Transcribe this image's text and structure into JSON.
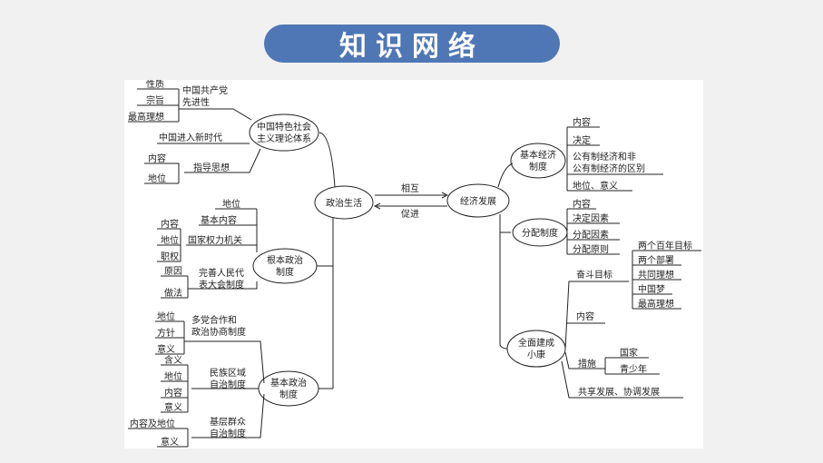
{
  "banner": {
    "title": "知识网络"
  },
  "nodes": {
    "center_left": "政治生活",
    "center_right": "经济发展",
    "arrow_top": "相互",
    "arrow_bottom": "促进",
    "socialism_l1": "中国特色社会",
    "socialism_l2": "主义理论体系",
    "cpc_l1": "中国共产党",
    "cpc_l2": "先进性",
    "cpc_items": [
      "性质",
      "宗旨",
      "最高理想"
    ],
    "new_era": "中国进入新时代",
    "guide_thought": "指导思想",
    "guide_items": [
      "内容",
      "地位"
    ],
    "root_sys_l1": "根本政治",
    "root_sys_l2": "制度",
    "root_items": [
      "地位",
      "基本内容",
      "国家权力机关"
    ],
    "power_items": [
      "内容",
      "地位",
      "职权"
    ],
    "improve_l1": "完善人民代",
    "improve_l2": "表大会制度",
    "improve_items": [
      "原因",
      "做法"
    ],
    "basic_sys_l1": "基本政治",
    "basic_sys_l2": "制度",
    "party_l1": "多党合作和",
    "party_l2": "政治协商制度",
    "party_items": [
      "地位",
      "方针",
      "意义"
    ],
    "ethnic_l1": "民族区域",
    "ethnic_l2": "自治制度",
    "ethnic_items": [
      "含义",
      "地位",
      "内容",
      "意义"
    ],
    "grassroots_l1": "基层群众",
    "grassroots_l2": "自治制度",
    "grassroots_items": [
      "内容及地位",
      "意义"
    ],
    "econ_sys_l1": "基本经济",
    "econ_sys_l2": "制度",
    "econ_items": [
      "内容",
      "决定"
    ],
    "econ_diff_l1": "公有制经济和非",
    "econ_diff_l2": "公有制经济的区别",
    "econ_status": "地位、意义",
    "dist_sys": "分配制度",
    "dist_items": [
      "内容",
      "决定因素",
      "分配因素",
      "分配原则"
    ],
    "xiaokang_l1": "全面建成",
    "xiaokang_l2": "小康",
    "goal": "奋斗目标",
    "goal_items": [
      "两个百年目标",
      "两个部署",
      "共同理想",
      "中国梦",
      "最高理想"
    ],
    "xk_content": "内容",
    "measures": "措施",
    "measures_items": [
      "国家",
      "青少年"
    ],
    "shared_dev": "共享发展、协调发展"
  }
}
